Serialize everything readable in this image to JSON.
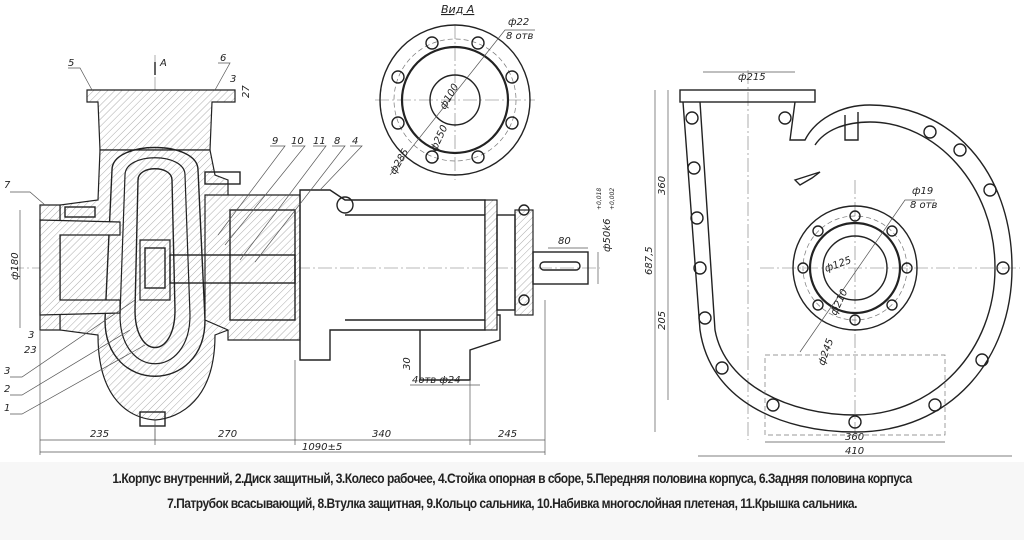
{
  "view_a": {
    "title": "Вид А",
    "hole_dia": "ф22",
    "hole_count": "8 отв",
    "d1": "ф100",
    "d2": "ф250",
    "d3": "ф285"
  },
  "section": {
    "arrow_label": "А",
    "parts": {
      "p1": "1",
      "p2": "2",
      "p3": "3",
      "p4": "4",
      "p5": "5",
      "p6": "6",
      "p7": "7",
      "p8": "8",
      "p9": "9",
      "p10": "10",
      "p11": "11"
    },
    "dims": {
      "inlet_dia": "ф180",
      "flange_3": "3",
      "flange_27": "27",
      "left_3": "3",
      "left_23": "23",
      "shaft_len": "80",
      "shaft_dia": "ф50k6",
      "shaft_tol_upper": "+0,018",
      "shaft_tol_lower": "+0,002",
      "foot_30": "30",
      "foot_holes": "4отв ф24",
      "d235": "235",
      "d270": "270",
      "d340": "340",
      "d245": "245",
      "total": "1090±5"
    }
  },
  "side_view": {
    "outlet_dia": "ф215",
    "h360": "360",
    "h6875": "687,5",
    "h205": "205",
    "hole_dia": "ф19",
    "hole_count": "8 отв",
    "d125": "ф125",
    "d210": "ф210",
    "d245": "ф245",
    "w360": "360",
    "w410": "410"
  },
  "caption": {
    "line1": "1.Корпус внутренний, 2.Диск защитный, 3.Колесо рабочее, 4.Стойка опорная в сборе, 5.Передняя половина корпуса, 6.Задняя половина корпуса",
    "line2": "7.Патрубок всасывающий, 8.Втулка защитная, 9.Кольцо сальника, 10.Набивка многослойная плетеная, 11.Крышка сальника."
  }
}
